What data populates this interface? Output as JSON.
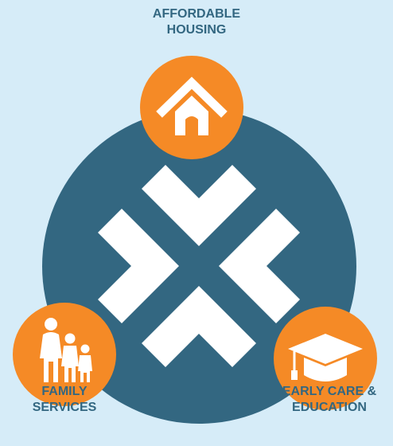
{
  "nodes": {
    "housing": {
      "label_lines": [
        "AFFORDABLE",
        "HOUSING"
      ],
      "icon": "house-icon"
    },
    "family": {
      "label_lines": [
        "FAMILY",
        "SERVICES"
      ],
      "icon": "family-icon"
    },
    "education": {
      "label_lines": [
        "EARLY CARE &",
        "EDUCATION"
      ],
      "icon": "graduation-cap-icon"
    }
  },
  "center": {
    "icon": "converging-arrows-logo"
  },
  "colors": {
    "background": "#d6ecf8",
    "hub": "#336781",
    "accent": "#f58a26",
    "text": "#336781",
    "icon": "#ffffff"
  }
}
